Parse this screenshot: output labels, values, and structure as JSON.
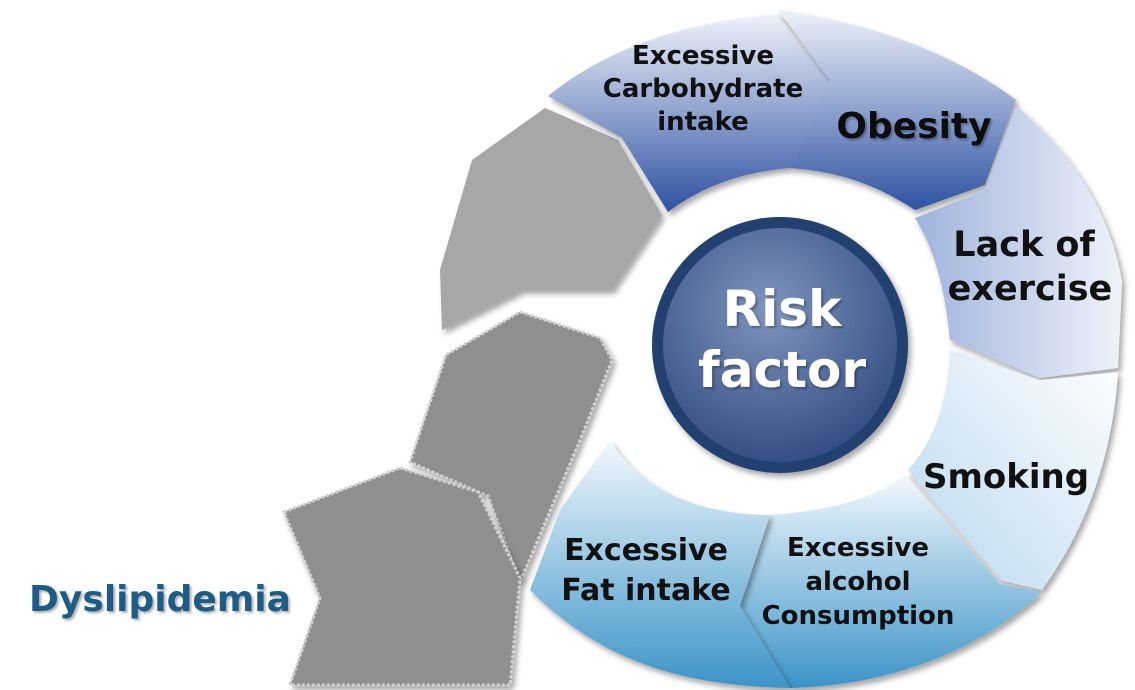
{
  "center": {
    "line1": "Risk",
    "line2": "factor"
  },
  "segments": [
    {
      "id": "carbohydrate",
      "lines": [
        "Excessive",
        "Carbohydrate",
        "intake"
      ]
    },
    {
      "id": "obesity",
      "lines": [
        "Obesity"
      ]
    },
    {
      "id": "exercise",
      "lines": [
        "Lack of",
        "exercise"
      ]
    },
    {
      "id": "smoking",
      "lines": [
        "Smoking"
      ]
    },
    {
      "id": "alcohol",
      "lines": [
        "Excessive",
        "alcohol",
        "Consumption"
      ]
    },
    {
      "id": "fat",
      "lines": [
        "Excessive",
        "Fat intake"
      ]
    }
  ],
  "outcome": {
    "label": "Dyslipidemia"
  },
  "colors": {
    "outcome_text": "#1a5b86",
    "center_fill": "#4a6597",
    "center_ring": "#1f3a6c",
    "arrow_light": "#a6a6a6",
    "arrow_dark": "#8c8c8c"
  }
}
